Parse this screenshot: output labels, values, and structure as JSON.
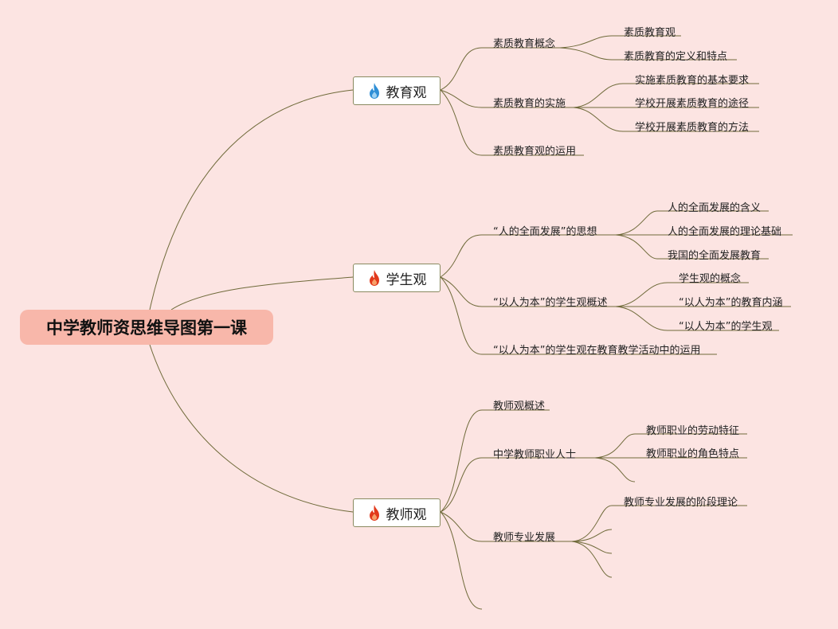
{
  "root": {
    "title": "中学教师资思维导图第一课"
  },
  "branches": [
    {
      "label": "教育观",
      "icon": "blue-flame-icon",
      "icon_color": "#2f8fd6",
      "children": [
        {
          "label": "素质教育概念",
          "children": [
            "素质教育观",
            "素质教育的定义和特点"
          ]
        },
        {
          "label": "素质教育的实施",
          "children": [
            "实施素质教育的基本要求",
            "学校开展素质教育的途径",
            "学校开展素质教育的方法"
          ]
        },
        {
          "label": "素质教育观的运用",
          "children": []
        }
      ]
    },
    {
      "label": "学生观",
      "icon": "red-flame-icon",
      "icon_color": "#e2391c",
      "children": [
        {
          "label": "“人的全面发展”的思想",
          "children": [
            "人的全面发展的含义",
            "人的全面发展的理论基础",
            "我国的全面发展教育"
          ]
        },
        {
          "label": "“以人为本”的学生观概述",
          "children": [
            "学生观的概念",
            "“以人为本”的教育内涵",
            "“以人为本”的学生观"
          ]
        },
        {
          "label": "“以人为本”的学生观在教育教学活动中的运用",
          "children": []
        }
      ]
    },
    {
      "label": "教师观",
      "icon": "red-flame-icon",
      "icon_color": "#e2391c",
      "children": [
        {
          "label": "教师观概述",
          "children": []
        },
        {
          "label": "中学教师职业人士",
          "children": [
            "教师职业的劳动特征",
            "教师职业的角色特点",
            ""
          ]
        },
        {
          "label": "教师专业发展",
          "children": [
            "教师专业发展的阶段理论",
            "",
            "",
            ""
          ]
        },
        {
          "label": "",
          "children": []
        }
      ]
    }
  ]
}
